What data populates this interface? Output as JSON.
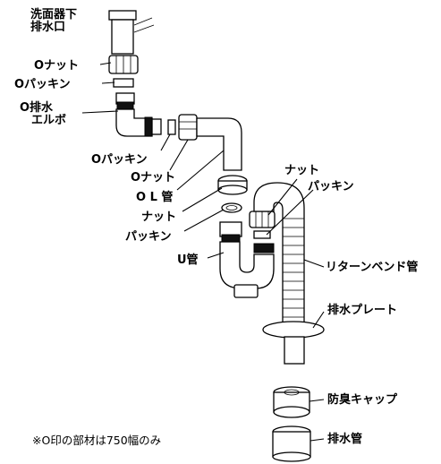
{
  "labels": {
    "sink_drain_outlet": "洗面器下\n排水口",
    "nut_top": "Oナット",
    "packing_top": "Oパッキン",
    "drain_elbow": "O排水\n　エルボ",
    "packing_mid": "Oパッキン",
    "nut_mid": "Oナット",
    "l_pipe": "O L 管",
    "nut_lower": "ナット",
    "packing_lower": "パッキン",
    "u_pipe": "U管",
    "nut_right": "ナット",
    "packing_right": "パッキン",
    "return_bend_pipe": "リターンベンド管",
    "drain_plate": "排水プレート",
    "odor_cap": "防臭キャップ",
    "drain_pipe": "排水管"
  },
  "note": "※O印の部材は750幅のみ"
}
